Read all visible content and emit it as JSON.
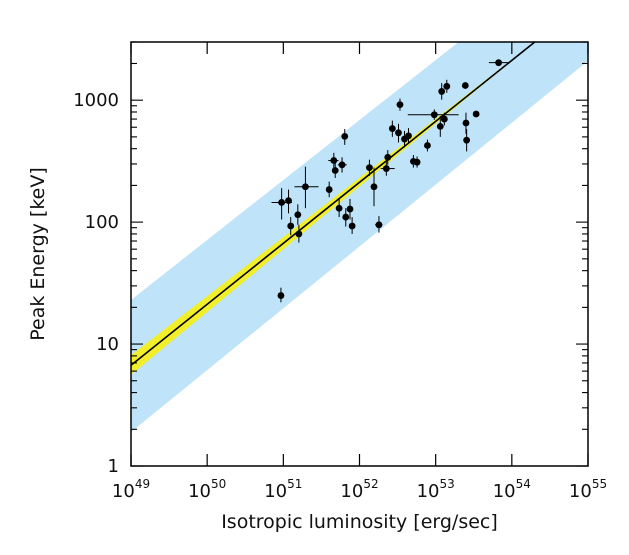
{
  "chart_data": {
    "type": "scatter",
    "title": "",
    "xlabel": "Isotropic luminosity [erg/sec]",
    "ylabel": "Peak Energy  [keV]",
    "xscale": "log",
    "yscale": "log",
    "xlim": [
      1e+49,
      1e+55
    ],
    "ylim": [
      1,
      3000
    ],
    "grid": false,
    "x_ticks": [
      {
        "base": "10",
        "exp": "49"
      },
      {
        "base": "10",
        "exp": "50"
      },
      {
        "base": "10",
        "exp": "51"
      },
      {
        "base": "10",
        "exp": "52"
      },
      {
        "base": "10",
        "exp": "53"
      },
      {
        "base": "10",
        "exp": "54"
      },
      {
        "base": "10",
        "exp": "55"
      }
    ],
    "y_ticks": [
      "1",
      "10",
      "100",
      "1000"
    ],
    "colors": {
      "scatter_band": "#bfe3f8",
      "fit_band": "#f2ee2a",
      "fit_line": "#000000",
      "points": "#000000"
    },
    "fit_line": {
      "x": [
        1e+49,
        2e+54
      ],
      "y": [
        6.7,
        3000
      ]
    },
    "fit_band": {
      "upper_y": [
        8.1,
        3000
      ],
      "lower_y": [
        5.6,
        3000
      ]
    },
    "scatter_band": {
      "upper": {
        "x": [
          1e+49,
          2e+53
        ],
        "y": [
          23,
          3000
        ]
      },
      "lower": {
        "x": [
          1e+49,
          1e+55
        ],
        "y": [
          1.9,
          2100
        ]
      }
    },
    "points": [
      {
        "x": 9.3e+50,
        "y": 25,
        "yerr": [
          22,
          29
        ]
      },
      {
        "x": 9.5e+50,
        "y": 145,
        "xerr": [
          7e+50,
          1.3e+51
        ],
        "yerr": [
          105,
          190
        ]
      },
      {
        "x": 1.17e+51,
        "y": 150,
        "yerr": [
          118,
          185
        ]
      },
      {
        "x": 1.25e+51,
        "y": 93,
        "yerr": [
          78,
          110
        ]
      },
      {
        "x": 1.55e+51,
        "y": 115,
        "yerr": [
          95,
          140
        ]
      },
      {
        "x": 1.6e+51,
        "y": 80,
        "yerr": [
          68,
          95
        ]
      },
      {
        "x": 1.95e+51,
        "y": 195,
        "xerr": [
          1.4e+51,
          2.9e+51
        ],
        "yerr": [
          130,
          285
        ]
      },
      {
        "x": 4e+51,
        "y": 185,
        "yerr": [
          160,
          215
        ]
      },
      {
        "x": 4.6e+51,
        "y": 320,
        "xerr": [
          3.9e+51,
          5.3e+51
        ],
        "yerr": [
          275,
          370
        ]
      },
      {
        "x": 4.8e+51,
        "y": 265,
        "yerr": [
          230,
          310
        ]
      },
      {
        "x": 5.4e+51,
        "y": 130,
        "yerr": [
          110,
          155
        ]
      },
      {
        "x": 5.9e+51,
        "y": 295,
        "xerr": [
          5.2e+51,
          6.8e+51
        ],
        "yerr": [
          255,
          340
        ]
      },
      {
        "x": 6.4e+51,
        "y": 505,
        "yerr": [
          430,
          580
        ]
      },
      {
        "x": 6.6e+51,
        "y": 110,
        "yerr": [
          92,
          130
        ]
      },
      {
        "x": 7.5e+51,
        "y": 128,
        "yerr": [
          105,
          155
        ]
      },
      {
        "x": 8e+51,
        "y": 93,
        "yerr": [
          80,
          110
        ]
      },
      {
        "x": 1.35e+52,
        "y": 280,
        "yerr": [
          240,
          325
        ]
      },
      {
        "x": 1.55e+52,
        "y": 195,
        "yerr": [
          135,
          280
        ]
      },
      {
        "x": 1.8e+52,
        "y": 95,
        "xerr": [
          1.6e+52,
          2e+52
        ],
        "yerr": [
          82,
          112
        ]
      },
      {
        "x": 2.25e+52,
        "y": 275,
        "xerr": [
          1.9e+52,
          2.9e+52
        ],
        "yerr": [
          240,
          320
        ]
      },
      {
        "x": 2.35e+52,
        "y": 340,
        "yerr": [
          295,
          390
        ]
      },
      {
        "x": 2.7e+52,
        "y": 585,
        "yerr": [
          500,
          680
        ]
      },
      {
        "x": 3.25e+52,
        "y": 540,
        "yerr": [
          450,
          640
        ]
      },
      {
        "x": 3.4e+52,
        "y": 920,
        "yerr": [
          820,
          1030
        ]
      },
      {
        "x": 3.9e+52,
        "y": 480,
        "yerr": [
          410,
          560
        ]
      },
      {
        "x": 4.4e+52,
        "y": 510,
        "yerr": [
          440,
          590
        ]
      },
      {
        "x": 5.1e+52,
        "y": 315,
        "yerr": [
          280,
          355
        ]
      },
      {
        "x": 5.7e+52,
        "y": 310,
        "yerr": [
          280,
          345
        ]
      },
      {
        "x": 7.8e+52,
        "y": 425,
        "yerr": [
          380,
          475
        ]
      },
      {
        "x": 9.6e+52,
        "y": 760,
        "xerr": [
          4.3e+52,
          2e+53
        ],
        "yerr": [
          690,
          840
        ]
      },
      {
        "x": 1.15e+53,
        "y": 610,
        "yerr": [
          500,
          740
        ]
      },
      {
        "x": 1.2e+53,
        "y": 1180,
        "yerr": [
          1010,
          1380
        ]
      },
      {
        "x": 1.3e+53,
        "y": 700,
        "yerr": [
          620,
          790
        ]
      },
      {
        "x": 1.4e+53,
        "y": 1300,
        "yerr": [
          1150,
          1470
        ]
      },
      {
        "x": 2.45e+53,
        "y": 1320,
        "yerr": [
          1250,
          1400
        ]
      },
      {
        "x": 2.5e+53,
        "y": 650,
        "yerr": [
          530,
          790
        ]
      },
      {
        "x": 2.55e+53,
        "y": 470,
        "yerr": [
          380,
          580
        ]
      },
      {
        "x": 3.4e+53,
        "y": 770,
        "yerr": [
          730,
          810
        ]
      },
      {
        "x": 6.7e+53,
        "y": 2030,
        "xerr": [
          5e+53,
          9e+53
        ],
        "yerr": [
          1920,
          2150
        ]
      }
    ]
  }
}
